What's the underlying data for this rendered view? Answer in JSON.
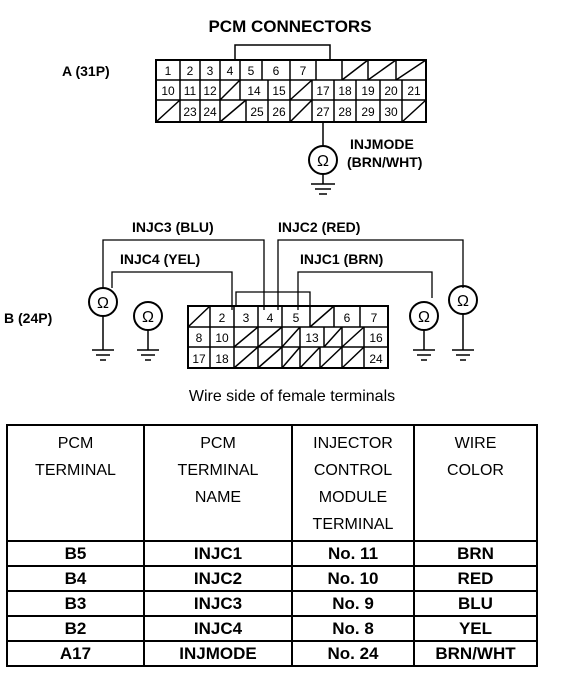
{
  "diagram": {
    "title": "PCM CONNECTORS",
    "connector_a": {
      "label": "A (31P)",
      "row1": [
        "1",
        "2",
        "3",
        "4",
        "5",
        "6",
        "7"
      ],
      "row2": [
        "10",
        "11",
        "12",
        "",
        "14",
        "15",
        "",
        "17",
        "18",
        "19",
        "20",
        "21"
      ],
      "row3": [
        "",
        "23",
        "24",
        "",
        "25",
        "26",
        "",
        "27",
        "28",
        "29",
        "30"
      ]
    },
    "connector_b": {
      "label": "B (24P)",
      "row1": [
        "",
        "2",
        "3",
        "4",
        "5",
        "6",
        "7"
      ],
      "row2": [
        "8",
        "10",
        "13",
        "16"
      ],
      "row3": [
        "17",
        "18",
        "24"
      ]
    },
    "injmode_label": "INJMODE",
    "injmode_color": "(BRN/WHT)",
    "injc3_label": "INJC3 (BLU)",
    "injc2_label": "INJC2 (RED)",
    "injc4_label": "INJC4 (YEL)",
    "injc1_label": "INJC1 (BRN)",
    "ohm_symbol": "Ω",
    "caption": "Wire side of female terminals"
  },
  "table": {
    "headers": [
      [
        "PCM",
        "TERMINAL"
      ],
      [
        "PCM",
        "TERMINAL",
        "NAME"
      ],
      [
        "INJECTOR",
        "CONTROL",
        "MODULE",
        "TERMINAL"
      ],
      [
        "WIRE",
        "COLOR"
      ]
    ],
    "rows": [
      [
        "B5",
        "INJC1",
        "No. 11",
        "BRN"
      ],
      [
        "B4",
        "INJC2",
        "No. 10",
        "RED"
      ],
      [
        "B3",
        "INJC3",
        "No. 9",
        "BLU"
      ],
      [
        "B2",
        "INJC4",
        "No. 8",
        "YEL"
      ],
      [
        "A17",
        "INJMODE",
        "No. 24",
        "BRN/WHT"
      ]
    ]
  }
}
